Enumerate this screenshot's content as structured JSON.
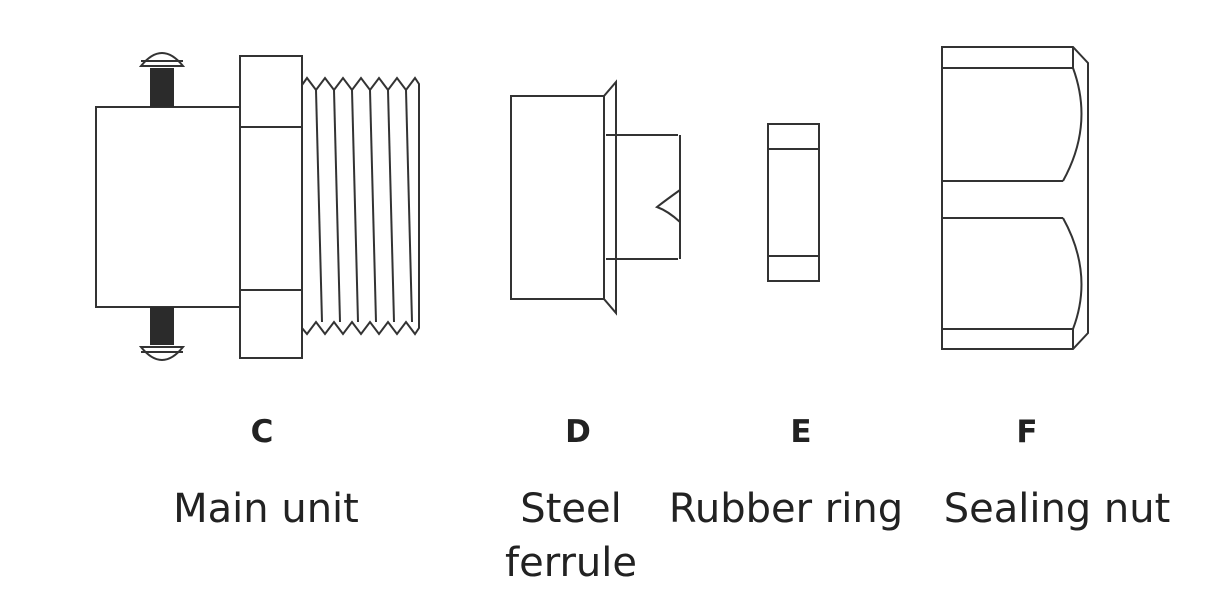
{
  "parts": [
    {
      "letter": "C",
      "name": "Main unit"
    },
    {
      "letter": "D",
      "name": "Steel ferrule"
    },
    {
      "letter": "E",
      "name": "Rubber ring"
    },
    {
      "letter": "F",
      "name": "Sealing nut"
    }
  ],
  "colors": {
    "line": "#333333",
    "fill": "#ffffff"
  }
}
